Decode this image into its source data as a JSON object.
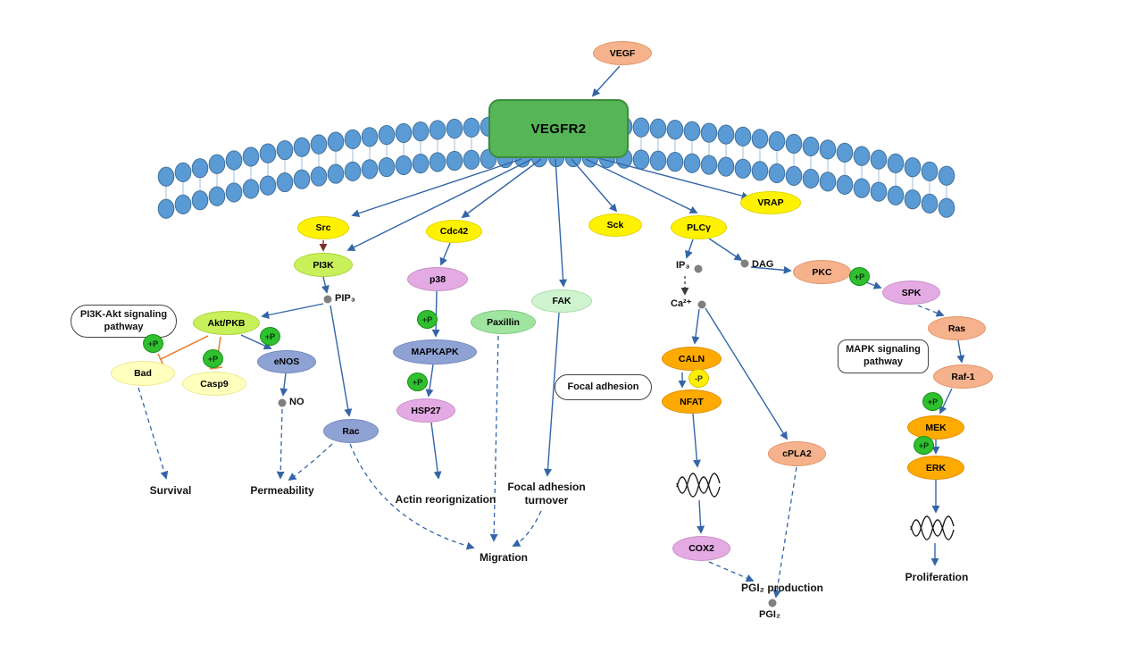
{
  "nodes": {
    "vegf": "VEGF",
    "vegfr2": "VEGFR2",
    "src": "Src",
    "pi3k": "PI3K",
    "cdc42": "Cdc42",
    "p38": "p38",
    "mapkapk": "MAPKAPK",
    "hsp27": "HSP27",
    "paxillin": "Paxillin",
    "fak": "FAK",
    "sck": "Sck",
    "plcg": "PLCγ",
    "vrap": "VRAP",
    "pkc": "PKC",
    "spk": "SPK",
    "ras": "Ras",
    "raf1": "Raf-1",
    "mek": "MEK",
    "erk": "ERK",
    "akt": "Akt/PKB",
    "bad": "Bad",
    "casp9": "Casp9",
    "enos": "eNOS",
    "rac": "Rac",
    "caln": "CALN",
    "nfat": "NFAT",
    "cox2": "COX2",
    "cpla2": "cPLA2"
  },
  "molecules": {
    "pip3": "PIP₃",
    "ip3": "IP₃",
    "dag": "DAG",
    "ca": "Ca²⁺",
    "no": "NO",
    "pgi2": "PGI₂"
  },
  "badges": {
    "phos": "+P",
    "dephos": "-P"
  },
  "pathway_labels": {
    "pi3k_akt_line1": "PI3K-Akt signaling",
    "pi3k_akt_line2": "pathway",
    "focal": "Focal adhesion",
    "mapk_line1": "MAPK signaling",
    "mapk_line2": "pathway"
  },
  "outcomes": {
    "survival": "Survival",
    "permeability": "Permeability",
    "actin": "Actin reorignization",
    "fat_line1": "Focal adhesion",
    "fat_line2": "turnover",
    "migration": "Migration",
    "proliferation": "Proliferation",
    "pgi2_production": "PGI₂ production"
  },
  "colors": {
    "membrane_fill": "#5B9BD5",
    "membrane_stroke": "#41719C",
    "membrane_tail": "#AFC7E2",
    "receptor_green": "#56B556",
    "node_yellow": "#FFF200",
    "node_yellow_green": "#C9F05A",
    "node_plum": "#E3AAE3",
    "node_blue_gray": "#8FA2D4",
    "node_green_light": "#9FE49F",
    "node_green_lighter": "#CFF3CF",
    "node_salmon": "#F6B28C",
    "node_orange": "#FFAA00",
    "node_pale_yellow": "#FFFFBE",
    "badge_green": "#2FBF2F",
    "badge_yellow": "#FFEF00",
    "arrow_blue": "#3465A8",
    "arrow_dark": "#3A3A3A",
    "arrow_red": "#7A3030",
    "inhibit_orange": "#E8833A",
    "dot_gray": "#7F7F7F"
  }
}
